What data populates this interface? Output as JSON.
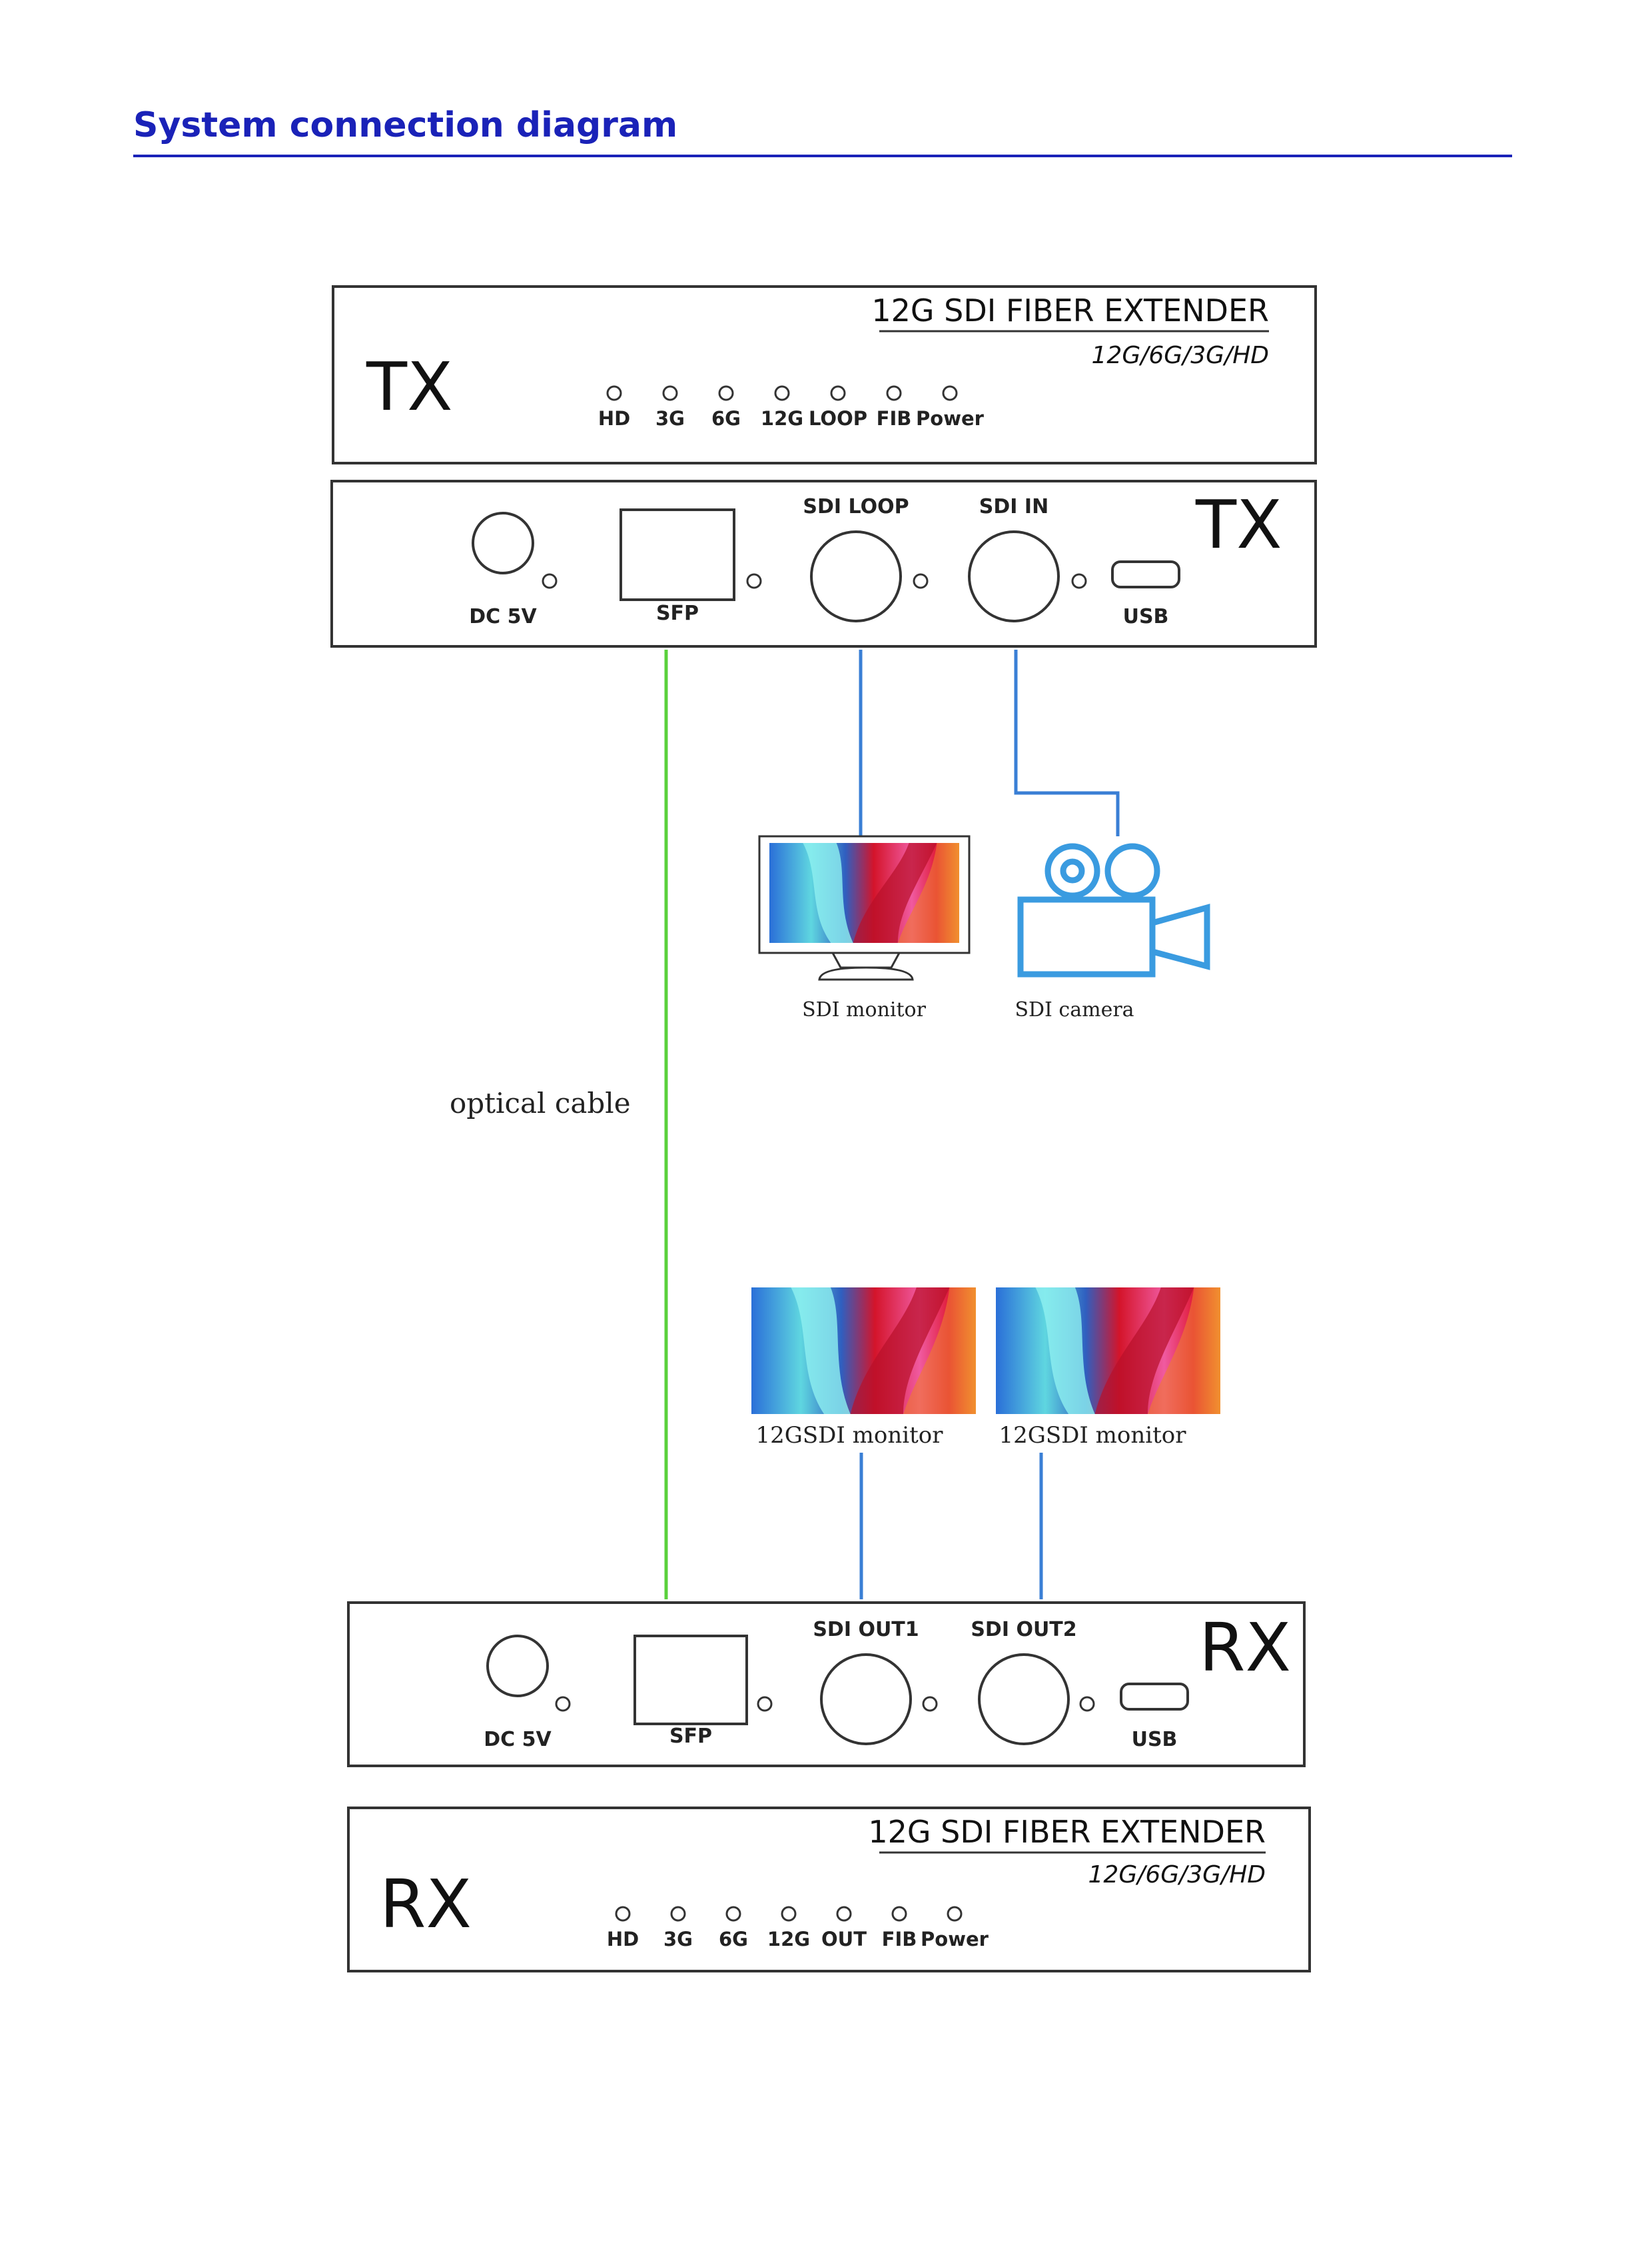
{
  "heading": "System connection diagram",
  "tx_front": {
    "name": "TX",
    "product": "12G SDI FIBER EXTENDER",
    "formats": "12G/6G/3G/HD",
    "leds": [
      "HD",
      "3G",
      "6G",
      "12G",
      "LOOP",
      "FIB",
      "Power"
    ]
  },
  "tx_back": {
    "name": "TX",
    "ports": {
      "dc": "DC 5V",
      "sfp": "SFP",
      "sdi_a": "SDI LOOP",
      "sdi_b": "SDI IN",
      "usb": "USB"
    }
  },
  "devices": {
    "sdi_monitor": "SDI monitor",
    "sdi_camera": "SDI camera",
    "optical_cable": "optical cable",
    "monitor_12g_1": "12GSDI monitor",
    "monitor_12g_2": "12GSDI monitor"
  },
  "rx_back": {
    "name": "RX",
    "ports": {
      "dc": "DC 5V",
      "sfp": "SFP",
      "sdi_a": "SDI OUT1",
      "sdi_b": "SDI OUT2",
      "usb": "USB"
    }
  },
  "rx_front": {
    "name": "RX",
    "product": "12G SDI FIBER EXTENDER",
    "formats": "12G/6G/3G/HD",
    "leds": [
      "HD",
      "3G",
      "6G",
      "12G",
      "OUT",
      "FIB",
      "Power"
    ]
  },
  "colors": {
    "heading": "#1a22b8",
    "sdi_cable": "#3a7fd5",
    "fiber_cable": "#5ad13c",
    "camera": "#3a9be0"
  }
}
